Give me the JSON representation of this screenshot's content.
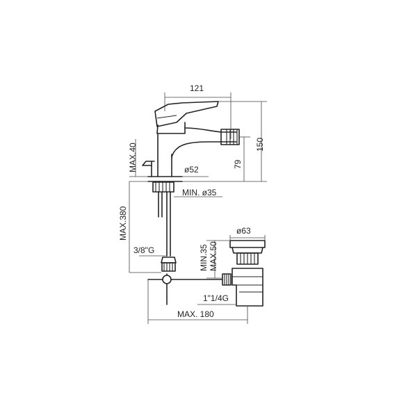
{
  "dimensions": {
    "spout_length": "121",
    "total_height": "150",
    "outlet_height": "79",
    "deck_thickness": "MAX.40",
    "body_diameter": "ø52",
    "hole_diameter": "MIN. ø35",
    "hose_length": "MAX.380",
    "hose_thread": "3/8\"G",
    "waste_diameter": "ø63",
    "waste_range_min": "MIN.35",
    "waste_range_max": "MAX.50",
    "waste_thread": "1\"1/4G",
    "rod_length": "MAX. 180"
  },
  "colors": {
    "line": "#222222",
    "dimension": "#444444",
    "background": "#ffffff"
  }
}
